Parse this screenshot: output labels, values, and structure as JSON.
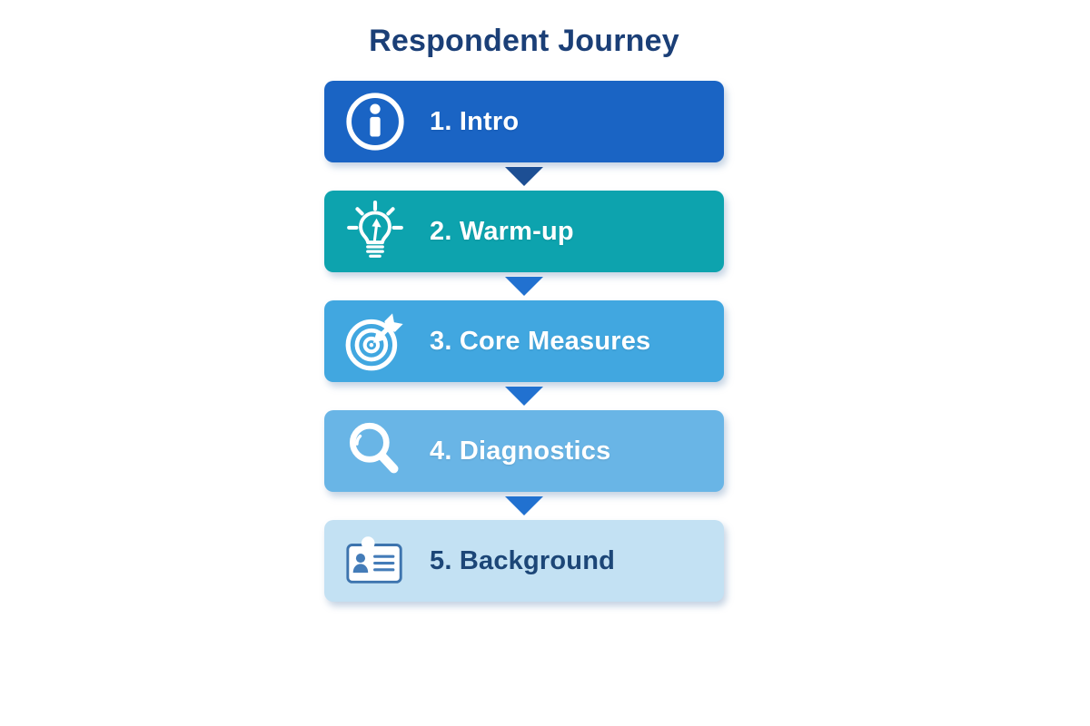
{
  "title": "Respondent Journey",
  "title_color": "#1b3f77",
  "steps": [
    {
      "label": "1. Intro",
      "icon": "info-icon",
      "bg": "#1a64c4",
      "text_color": "#ffffff"
    },
    {
      "label": "2. Warm-up",
      "icon": "lightbulb-icon",
      "bg": "#0da3ae",
      "text_color": "#ffffff"
    },
    {
      "label": "3. Core Measures",
      "icon": "target-icon",
      "bg": "#41a7e0",
      "text_color": "#ffffff"
    },
    {
      "label": "4. Diagnostics",
      "icon": "magnifier-icon",
      "bg": "#69b5e6",
      "text_color": "#ffffff"
    },
    {
      "label": "5. Background",
      "icon": "id-card-icon",
      "bg": "#c3e1f3",
      "text_color": "#1c4677"
    }
  ],
  "connectors": [
    {
      "color": "#1d4f94"
    },
    {
      "color": "#2171d0"
    },
    {
      "color": "#2171d0"
    },
    {
      "color": "#2171d0"
    }
  ]
}
